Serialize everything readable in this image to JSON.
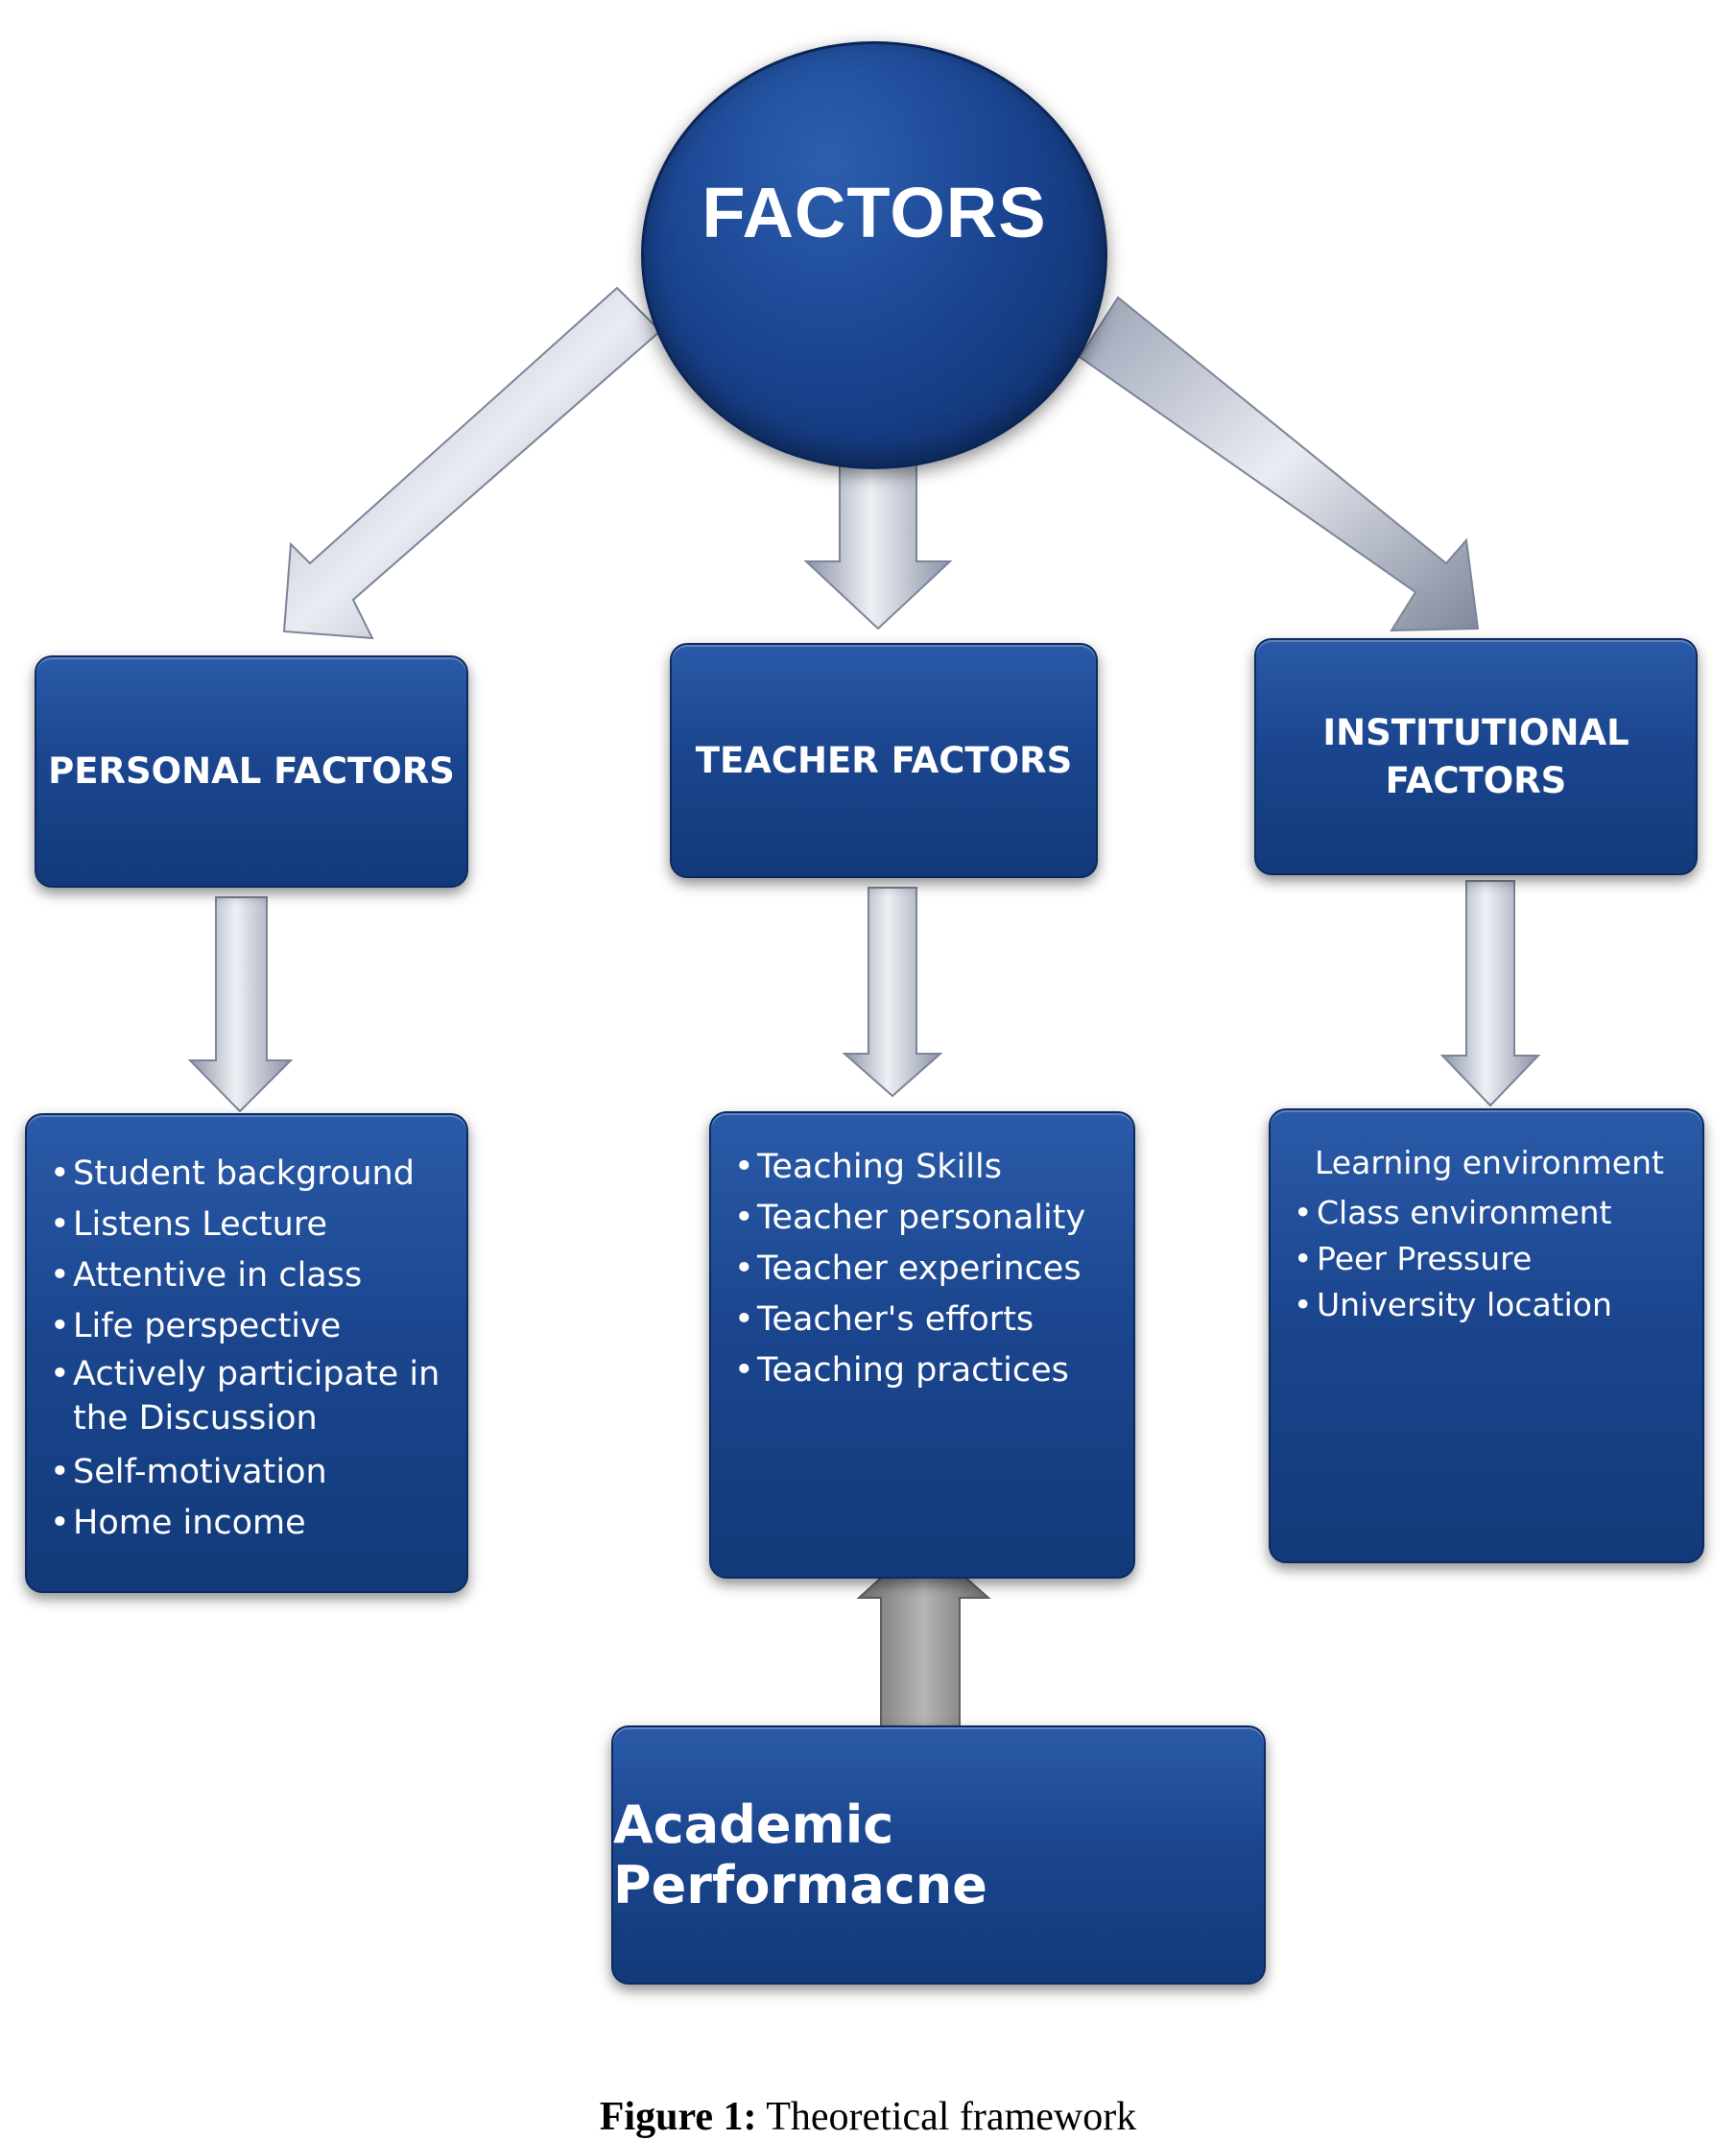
{
  "root": {
    "label": "FACTORS"
  },
  "categories": [
    {
      "title": "PERSONAL FACTORS",
      "items": [
        "Student background",
        "Listens Lecture",
        "Attentive in class",
        "Life perspective",
        "Actively participate in the Discussion",
        "Self-motivation",
        "Home income"
      ]
    },
    {
      "title": "TEACHER FACTORS",
      "items": [
        "Teaching Skills",
        "Teacher personality",
        "Teacher experinces",
        "Teacher's efforts",
        "Teaching practices"
      ]
    },
    {
      "title": "INSTITUTIONAL FACTORS",
      "heading": "Learning environment",
      "items": [
        "Class environment",
        "Peer Pressure",
        "University location"
      ]
    }
  ],
  "outcome": {
    "label": "Academic Performacne"
  },
  "caption": {
    "label": "Figure 1:",
    "text": "Theoretical framework"
  },
  "colors": {
    "box_fill": "#1b468f",
    "box_border": "#0b2a60",
    "arrow_light": "#d7dbe4",
    "arrow_dark": "#8b93a6",
    "text": "#ffffff"
  }
}
